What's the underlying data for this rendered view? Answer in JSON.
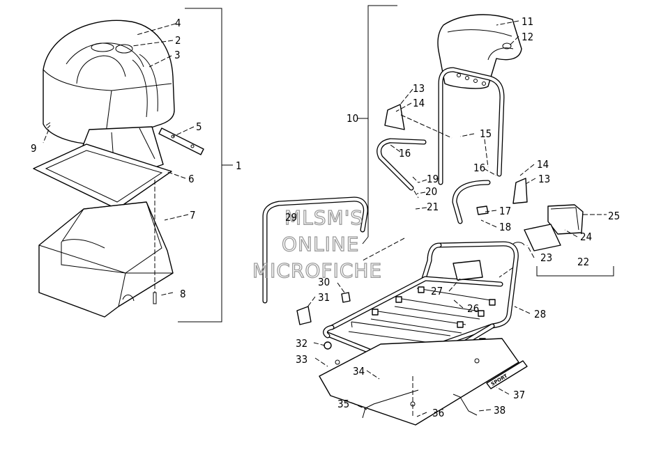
{
  "watermark": {
    "line1": "MLSM'S",
    "line2": "ONLINE",
    "line3": "MICROFICHE"
  },
  "callouts": [
    "1",
    "2",
    "3",
    "4",
    "5",
    "6",
    "7",
    "8",
    "9",
    "10",
    "11",
    "12",
    "13",
    "13",
    "14",
    "14",
    "15",
    "16",
    "16",
    "17",
    "18",
    "19",
    "20",
    "21",
    "22",
    "23",
    "24",
    "25",
    "26",
    "27",
    "28",
    "29",
    "30",
    "31",
    "32",
    "33",
    "34",
    "35",
    "36",
    "37",
    "38"
  ],
  "decal_text": "SPORT"
}
